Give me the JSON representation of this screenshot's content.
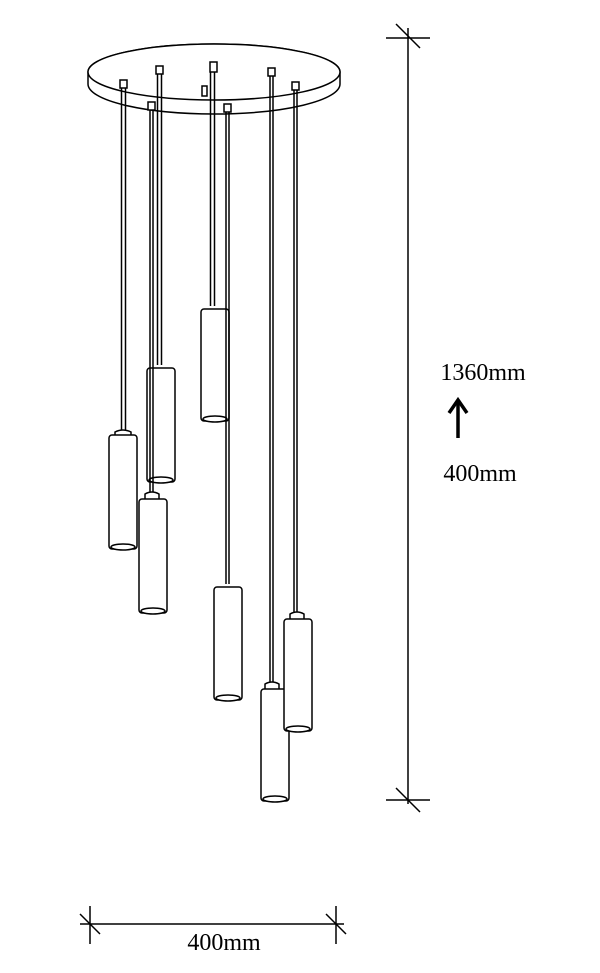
{
  "dimensions": {
    "height_max": "1360mm",
    "height_min": "400mm",
    "width": "400mm"
  },
  "colors": {
    "line": "#000000",
    "background": "#ffffff"
  },
  "icons": {
    "adjust_arrow": "up-arrow-icon"
  }
}
